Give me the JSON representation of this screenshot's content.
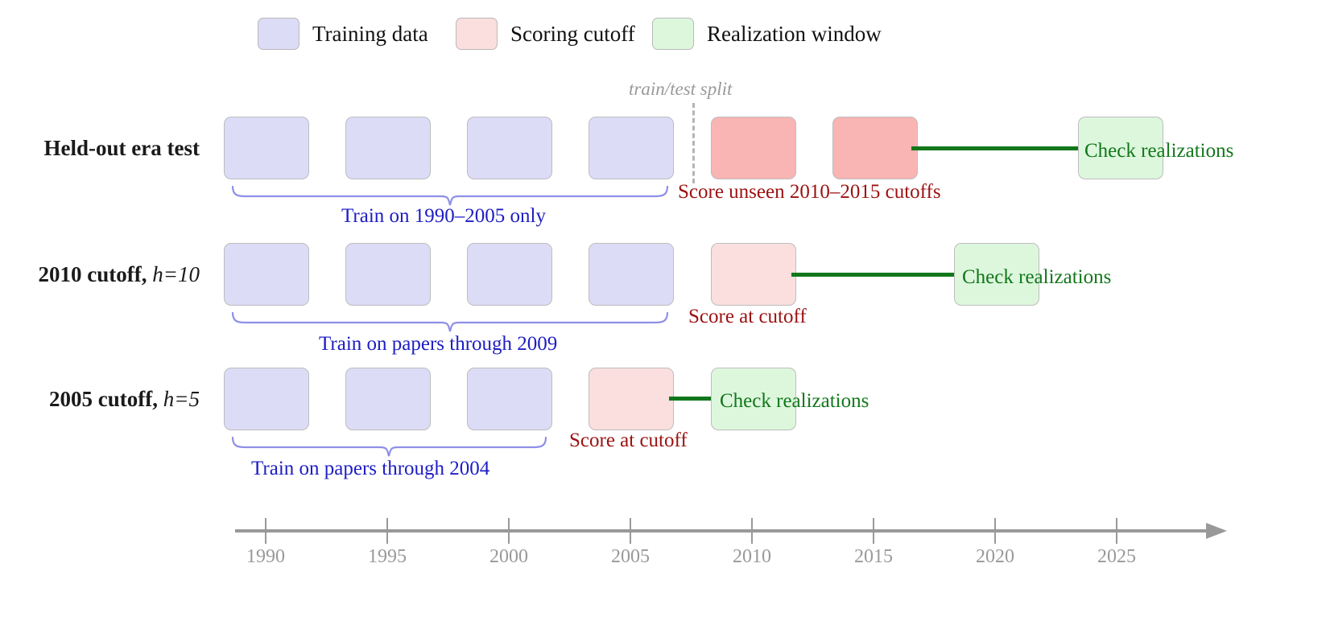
{
  "legend": {
    "items": [
      {
        "label": "Training data",
        "color": "#dcdcf7",
        "icon": "legend-swatch-training"
      },
      {
        "label": "Scoring cutoff",
        "color": "#fbdede",
        "icon": "legend-swatch-scoring"
      },
      {
        "label": "Realization window",
        "color": "#ddf7dd",
        "icon": "legend-swatch-realization"
      }
    ]
  },
  "split": {
    "caption": "train/test split",
    "color": "#999999"
  },
  "rows": [
    {
      "id": "held-out-era-test",
      "label_main": "Held-out era test",
      "label_math": "",
      "brace_caption": "Train on 1990–2005 only",
      "score_caption": "Score unseen 2010–2015 cutoffs",
      "realization_label": "Check realizations"
    },
    {
      "id": "cutoff-2010-h10",
      "label_main": "2010 cutoff, ",
      "label_math": "h=10",
      "brace_caption": "Train on papers through 2009",
      "score_caption": "Score at cutoff",
      "realization_label": "Check realizations"
    },
    {
      "id": "cutoff-2005-h5",
      "label_main": "2005 cutoff, ",
      "label_math": "h=5",
      "brace_caption": "Train on papers through 2004",
      "score_caption": "Score at cutoff",
      "realization_label": "Check realizations"
    }
  ],
  "timeline": {
    "ticks": [
      "1990",
      "1995",
      "2000",
      "2005",
      "2010",
      "2015",
      "2020",
      "2025"
    ],
    "axis_color": "#999999",
    "arrow": "right-arrow-icon"
  },
  "colors": {
    "training": "#dcdcf7",
    "scoring_strong": "#f9b4b4",
    "scoring_light": "#fbdede",
    "realization": "#ddf7dd",
    "brace_blue": "#1d1dc4",
    "score_red": "#9c1111",
    "green": "#12771a",
    "gray": "#999999"
  }
}
